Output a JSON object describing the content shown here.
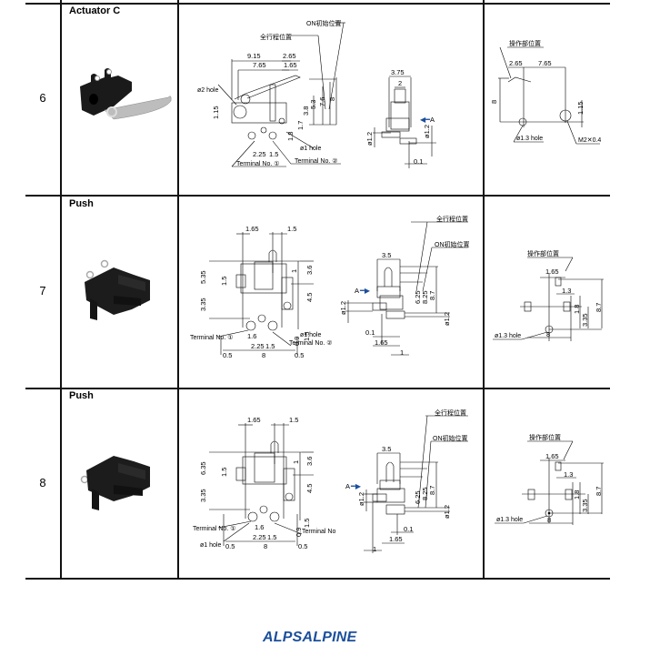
{
  "rows": [
    {
      "number": "6",
      "type": "Actuator C",
      "side_view": {
        "dims": [
          "9.15",
          "7.65",
          "2.65",
          "1.65",
          "1.15",
          "3.8",
          "5.3",
          "7.6",
          "8",
          "1.7",
          "1.8",
          "2.25",
          "1.5"
        ],
        "labels": {
          "full_travel": "全行程位置",
          "on_start": "ON初始位置",
          "hole2": "ø2 hole",
          "hole1": "ø1 hole",
          "terminal1": "Terminal No. ①",
          "terminal2": "Terminal No. ②"
        }
      },
      "front_view": {
        "dims": [
          "3.75",
          "2",
          "ø1.2",
          "ø1.2",
          "0.1"
        ],
        "arrow_label": "A"
      },
      "mount_view": {
        "dims": [
          "2.65",
          "7.65",
          "8",
          "1.15"
        ],
        "labels": {
          "operating_pos": "操作部位置",
          "hole": "ø1.3 hole",
          "screw": "M2✕0.4"
        }
      }
    },
    {
      "number": "7",
      "type": "Push",
      "side_view": {
        "dims": [
          "1.65",
          "1.5",
          "5.35",
          "3.35",
          "1.5",
          "3.6",
          "1",
          "4.5",
          "1.6",
          "2.25",
          "1.5",
          "0.9",
          "1.5",
          "0.5",
          "8",
          "0.5"
        ],
        "labels": {
          "hole1": "ø1 hole",
          "terminal1": "Terminal No. ①",
          "terminal2": "Terminal No. ②"
        }
      },
      "front_view": {
        "dims": [
          "3.5",
          "6.25",
          "8.25",
          "8.7",
          "ø1.2",
          "ø1.2",
          "0.1",
          "1.65",
          "1"
        ],
        "arrow_label": "A",
        "labels": {
          "full_travel": "全行程位置",
          "on_start": "ON初始位置"
        }
      },
      "mount_view": {
        "dims": [
          "1.65",
          "1.3",
          "1.8",
          "3.35",
          "8.7",
          "8"
        ],
        "labels": {
          "operating_pos": "操作部位置",
          "hole": "ø1.3 hole"
        }
      }
    },
    {
      "number": "8",
      "type": "Push",
      "side_view": {
        "dims": [
          "1.65",
          "1.5",
          "6.35",
          "3.35",
          "1.5",
          "3.6",
          "1",
          "4.5",
          "1.6",
          "2.25",
          "1.5",
          "0.9",
          "1.5",
          "0.5",
          "8",
          "0.5"
        ],
        "labels": {
          "hole1": "ø1 hole",
          "terminal1": "Terminal No. ①",
          "terminal2": "Terminal No. ②"
        }
      },
      "front_view": {
        "dims": [
          "3.5",
          "6.25",
          "8.25",
          "8.7",
          "ø1.2",
          "ø1.2",
          "0.1",
          "1.65",
          "1"
        ],
        "arrow_label": "A",
        "labels": {
          "full_travel": "全行程位置",
          "on_start": "ON初始位置"
        }
      },
      "mount_view": {
        "dims": [
          "1.65",
          "1.3",
          "1.8",
          "3.35",
          "8.7",
          "8"
        ],
        "labels": {
          "operating_pos": "操作部位置",
          "hole": "ø1.3 hole"
        }
      }
    }
  ],
  "footer": {
    "logo": "ALPSALPINE",
    "brand_color": "#1b4f9c"
  },
  "colors": {
    "arrow": "#1b4f9c"
  }
}
